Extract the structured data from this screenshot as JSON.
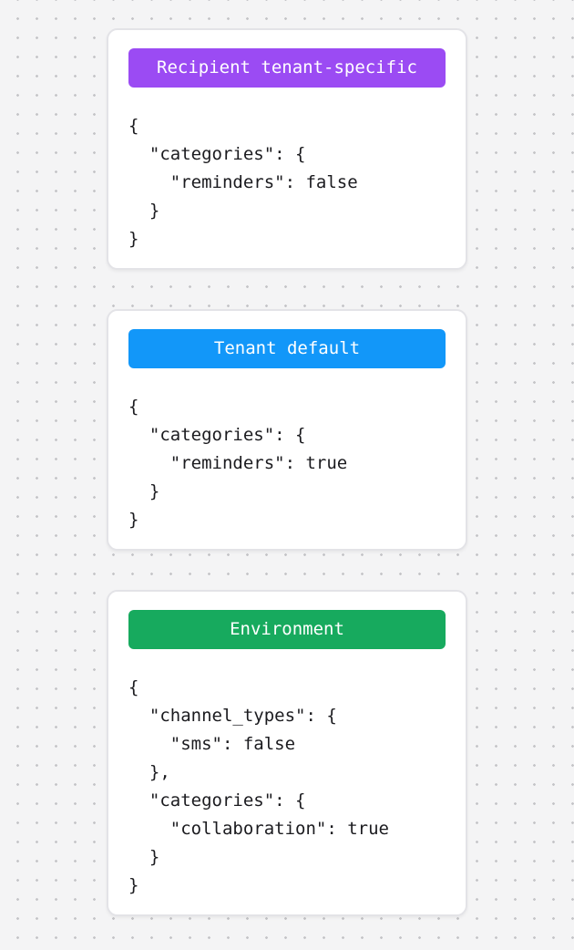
{
  "canvas": {
    "background_color": "#f4f4f5",
    "dot_color": "#c5c5c8"
  },
  "cards": [
    {
      "id": "recipient-tenant-specific",
      "badge": {
        "label": "Recipient tenant-specific",
        "color": "#9b4bf3",
        "text_color": "#ffffff"
      },
      "code": "{\n  \"categories\": {\n    \"reminders\": false\n  }\n}"
    },
    {
      "id": "tenant-default",
      "badge": {
        "label": "Tenant default",
        "color": "#1297f9",
        "text_color": "#ffffff"
      },
      "code": "{\n  \"categories\": {\n    \"reminders\": true\n  }\n}"
    },
    {
      "id": "environment",
      "badge": {
        "label": "Environment",
        "color": "#17aa5e",
        "text_color": "#ffffff"
      },
      "code": "{\n  \"channel_types\": {\n    \"sms\": false\n  },\n  \"categories\": {\n    \"collaboration\": true\n  }\n}"
    }
  ]
}
